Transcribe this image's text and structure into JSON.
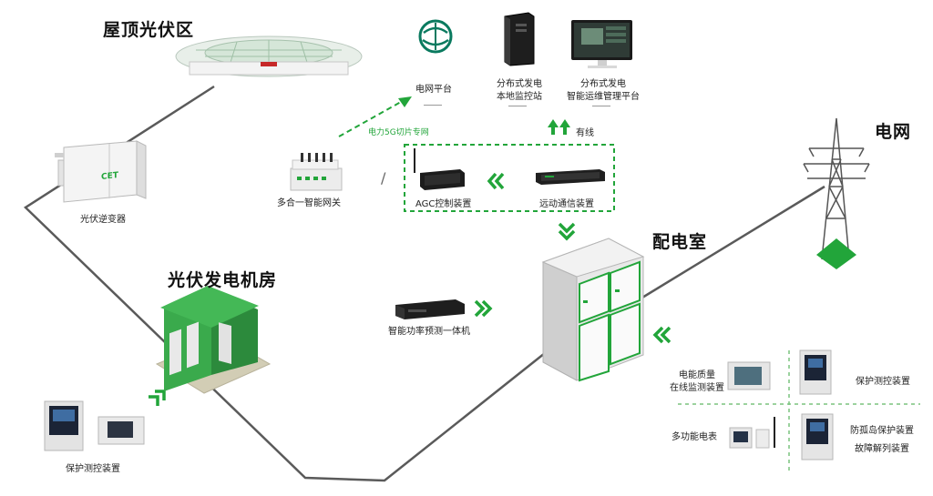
{
  "titles": {
    "rooftop": "屋顶光伏区",
    "pv_room": "光伏发电机房",
    "power_room": "配电室",
    "grid": "电网"
  },
  "devices": {
    "inverter": "光伏逆变器",
    "inverter_brand": "CET",
    "gateway": "多合一智能网关",
    "grid_platform": "电网平台",
    "monitor_station_line1": "分布式发电",
    "monitor_station_line2": "本地监控站",
    "om_platform_line1": "分布式发电",
    "om_platform_line2": "智能运维管理平台",
    "agc": "AGC控制装置",
    "telecom": "远动通信装置",
    "forecast": "智能功率预测一体机",
    "pq_monitor_line1": "电能质量",
    "pq_monitor_line2": "在线监测装置",
    "protection_right": "保护测控装置",
    "multifunction_meter": "多功能电表",
    "anti_islanding": "防孤岛保护装置",
    "fault_splitting": "故障解列装置",
    "protection_left": "保护测控装置"
  },
  "links": {
    "network_5g": "电力5G切片专网",
    "wired": "有线",
    "slash": "/"
  },
  "colors": {
    "accent_green": "#22a53a",
    "line_gray": "#5a5a5a"
  }
}
